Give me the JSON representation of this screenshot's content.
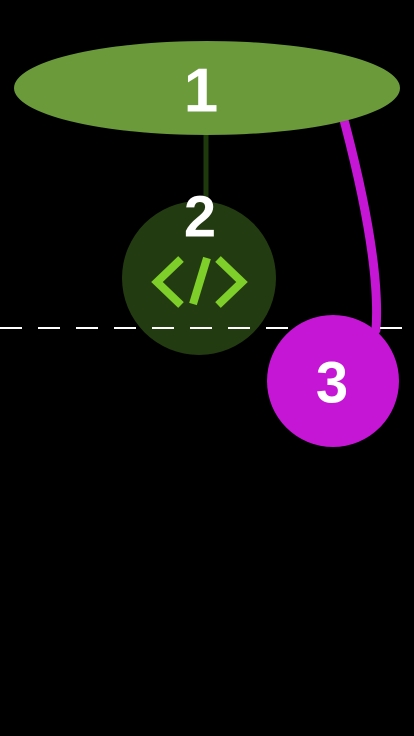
{
  "colors": {
    "background": "#000000",
    "node1_fill": "#6a9a3a",
    "node2_fill": "#233b10",
    "node2_icon": "#7fcf2a",
    "node3_fill": "#c516d6",
    "connector_dark": "#1e3a0d",
    "connector_magenta": "#c516d6",
    "divider": "#ffffff",
    "label_text": "#ffffff"
  },
  "nodes": {
    "n1": {
      "label": "1"
    },
    "n2": {
      "label": "2",
      "icon": "code-icon"
    },
    "n3": {
      "label": "3"
    }
  },
  "divider": {
    "style": "dashed"
  }
}
